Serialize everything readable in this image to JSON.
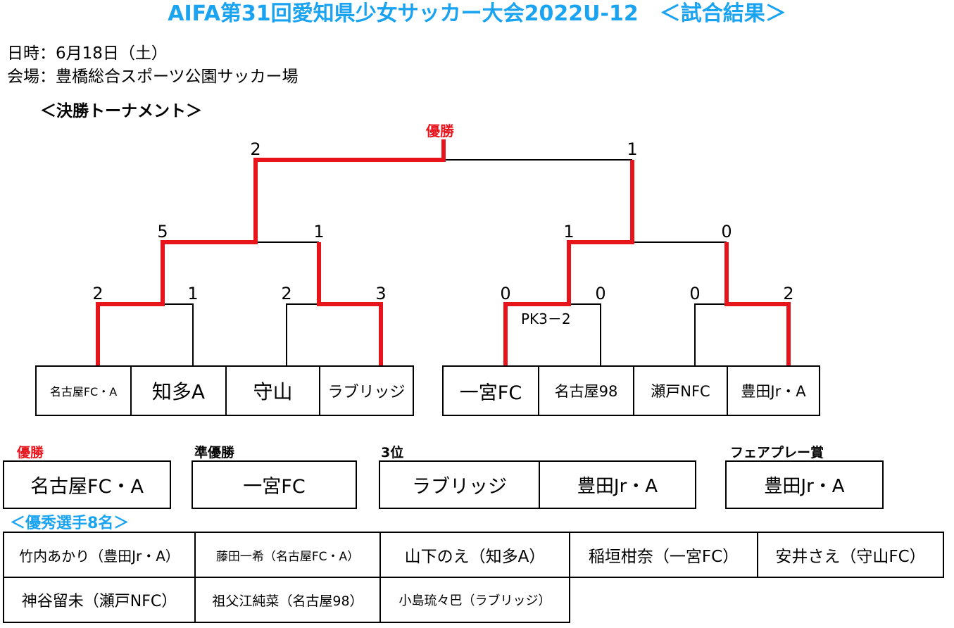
{
  "header": {
    "title": "AIFA第31回愛知県少女サッカー大会2022U-12　＜試合結果＞",
    "date_line": "日時：6月18日（土）",
    "venue_line": "会場：豊橋総合スポーツ公園サッカー場",
    "section_title": "＜決勝トーナメント＞"
  },
  "bracket": {
    "champion_label": "優勝",
    "final": {
      "left": "2",
      "right": "1"
    },
    "semis": [
      {
        "left": "5",
        "right": "1"
      },
      {
        "left": "1",
        "right": "0"
      }
    ],
    "quarters": [
      {
        "left": "2",
        "right": "1"
      },
      {
        "left": "2",
        "right": "3"
      },
      {
        "left": "0",
        "right": "0",
        "note": "PK3－2"
      },
      {
        "left": "0",
        "right": "2"
      }
    ],
    "teams_left": [
      "名古屋FC・A",
      "知多A",
      "守山",
      "ラブリッジ"
    ],
    "teams_right": [
      "一宮FC",
      "名古屋98",
      "瀬戸NFC",
      "豊田Jr・A"
    ],
    "winner_color": "#e8141c",
    "line_color": "#000000"
  },
  "results": {
    "champion": {
      "label": "優勝",
      "team": "名古屋FC・A"
    },
    "runner_up": {
      "label": "準優勝",
      "team": "一宮FC"
    },
    "third": {
      "label": "3位",
      "teams": [
        "ラブリッジ",
        "豊田Jr・A"
      ]
    },
    "fair_play": {
      "label": "フェアプレー賞",
      "team": "豊田Jr・A"
    }
  },
  "mvp": {
    "title": "＜優秀選手8名＞",
    "row1": [
      "竹内あかり（豊田Jr・A）",
      "藤田一希（名古屋FC・A）",
      "山下のえ（知多A）",
      "稲垣柑奈（一宮FC）",
      "安井さえ（守山FC）"
    ],
    "row2": [
      "神谷留未（瀬戸NFC）",
      "祖父江純菜（名古屋98）",
      "小島琉々巴（ラブリッジ）"
    ]
  }
}
